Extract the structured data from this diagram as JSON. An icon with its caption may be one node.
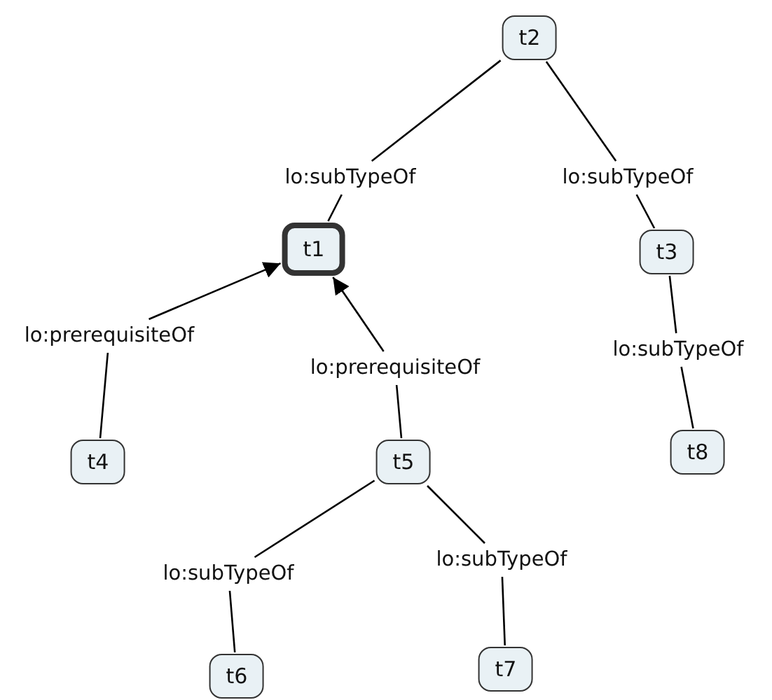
{
  "diagram": {
    "nodes": [
      {
        "text": [
          "t2"
        ]
      },
      {
        "text": [
          "lo:subTypeOf"
        ]
      },
      {
        "text": [
          "lo:subTypeOf"
        ]
      },
      {
        "text": [
          "t1"
        ]
      },
      {
        "text": [
          "t3"
        ]
      },
      {
        "text": [
          "lo:prerequisiteOf"
        ]
      },
      {
        "text": [
          "lo:prerequisiteOf"
        ]
      },
      {
        "text": [
          "lo:subTypeOf"
        ]
      },
      {
        "text": [
          "t4"
        ]
      },
      {
        "text": [
          "t5"
        ]
      },
      {
        "text": [
          "t8"
        ]
      },
      {
        "text": [
          "lo:subTypeOf"
        ]
      },
      {
        "text": [
          "lo:subTypeOf"
        ]
      },
      {
        "text": [
          "t6"
        ]
      },
      {
        "text": [
          "t7"
        ]
      }
    ],
    "edges": [
      {
        "from": 0,
        "to": 1,
        "arrow": "none"
      },
      {
        "from": 1,
        "to": 3,
        "arrow": "none"
      },
      {
        "from": 0,
        "to": 2,
        "arrow": "none"
      },
      {
        "from": 2,
        "to": 4,
        "arrow": "none"
      },
      {
        "from": 4,
        "to": 7,
        "arrow": "none"
      },
      {
        "from": 7,
        "to": 10,
        "arrow": "none"
      },
      {
        "from": 8,
        "to": 5,
        "arrow": "none"
      },
      {
        "from": 5,
        "to": 3,
        "arrow": "to"
      },
      {
        "from": 9,
        "to": 6,
        "arrow": "none"
      },
      {
        "from": 6,
        "to": 3,
        "arrow": "to"
      },
      {
        "from": 9,
        "to": 11,
        "arrow": "none"
      },
      {
        "from": 11,
        "to": 13,
        "arrow": "none"
      },
      {
        "from": 9,
        "to": 12,
        "arrow": "none"
      },
      {
        "from": 12,
        "to": 14,
        "arrow": "none"
      }
    ]
  }
}
